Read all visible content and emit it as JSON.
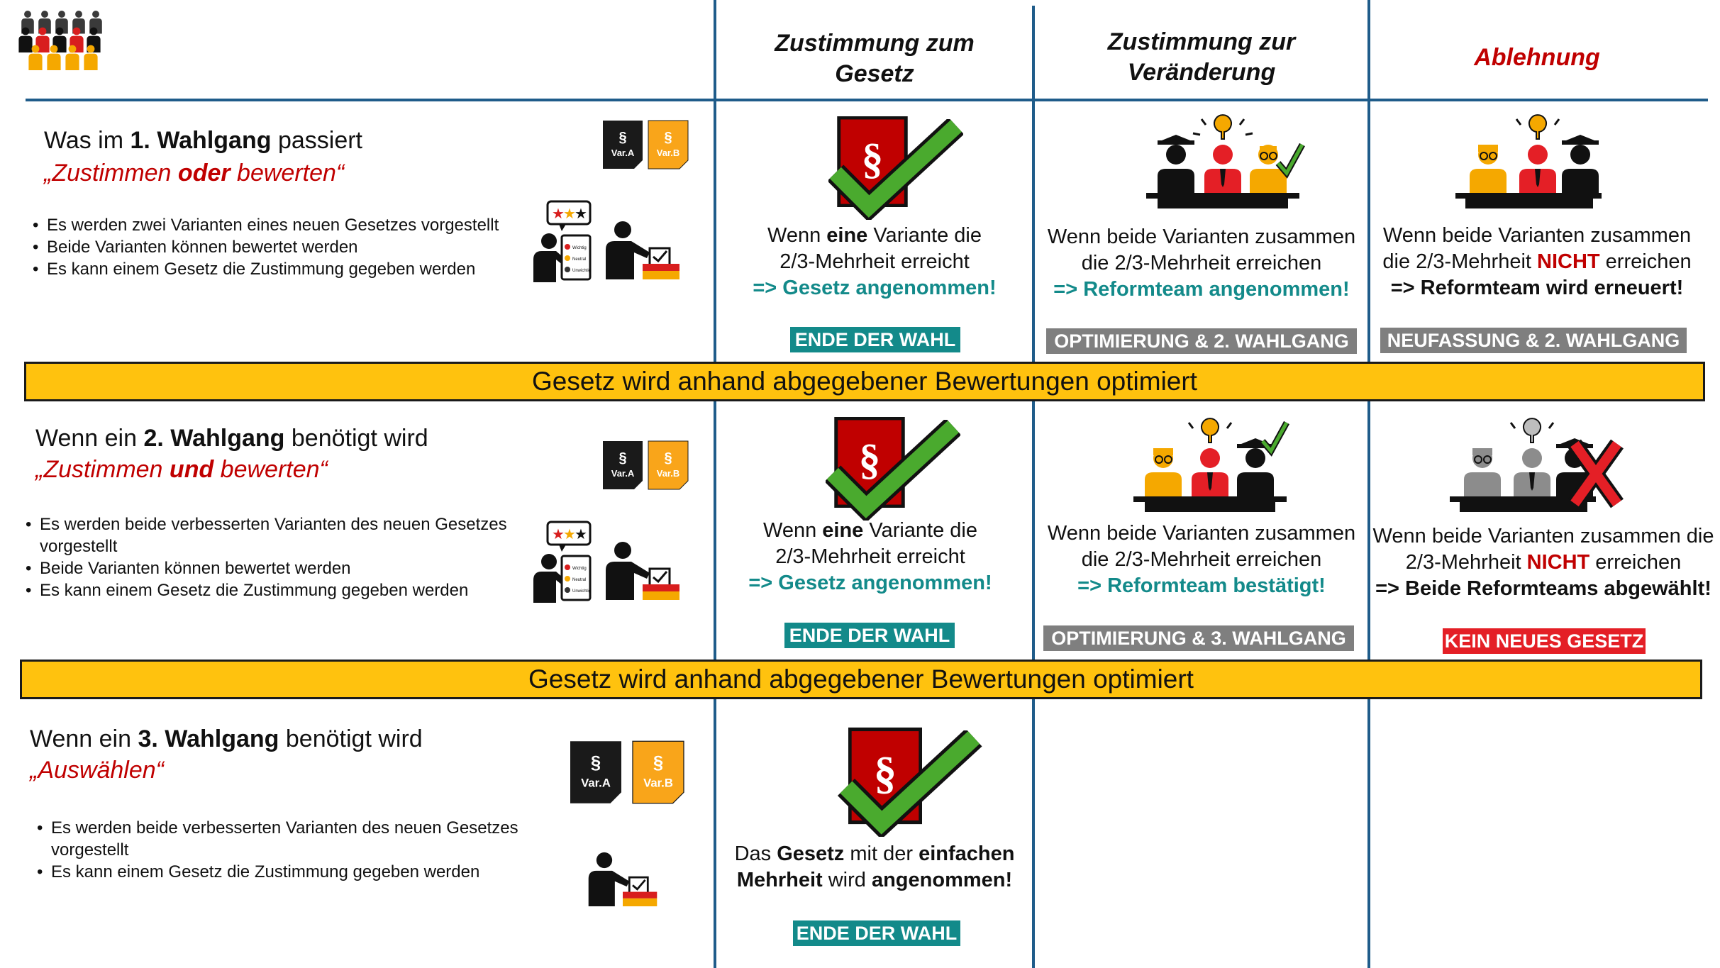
{
  "headers": {
    "col1_line1": "Zustimmung zum",
    "col1_line2": "Gesetz",
    "col2_line1": "Zustimmung zur",
    "col2_line2": "Veränderung",
    "col3": "Ablehnung"
  },
  "colors": {
    "accent_red": "#c00000",
    "teal": "#138a8a",
    "band_yellow": "#ffc20e",
    "grid_blue": "#1f5c8a",
    "badge_grey": "#7f7f7f",
    "badge_red": "#e41f26"
  },
  "icons": {
    "logo": "crowd-icon",
    "law": "paragraph-document-icon",
    "check": "checkmark-icon",
    "cross": "cross-icon",
    "voter": "voter-ballot-icon",
    "rater": "rating-person-icon",
    "panel": "reform-panel-icon"
  },
  "variants": {
    "a": "Var.A",
    "b": "Var.B",
    "symbol": "§"
  },
  "rating_labels": [
    "Wichtig",
    "Neutral",
    "Unwichtig"
  ],
  "bands": {
    "band1": "Gesetz wird anhand abgegebener Bewertungen optimiert",
    "band2": "Gesetz wird anhand abgegebener Bewertungen optimiert"
  },
  "row1": {
    "title_pre": "Was im ",
    "title_bold": "1. Wahlgang",
    "title_post": " passiert",
    "sub_pre": "„Zustimmen ",
    "sub_bold": "oder",
    "sub_post": " bewerten“",
    "bullets": [
      "Es werden zwei Varianten eines neuen Gesetzes vorgestellt",
      "Beide Varianten können bewertet werden",
      "Es kann einem Gesetz die Zustimmung gegeben werden"
    ],
    "c1": {
      "pre": "Wenn ",
      "bold": "eine",
      "post": " Variante die",
      "line2": "2/3-Mehrheit erreicht",
      "result": "=> Gesetz angenommen!",
      "badge": "ENDE DER WAHL"
    },
    "c2": {
      "line1": "Wenn beide Varianten zusammen",
      "line2": "die 2/3-Mehrheit erreichen",
      "result": "=> Reformteam angenommen!",
      "badge": "OPTIMIERUNG & 2. WAHLGANG"
    },
    "c3": {
      "line1": "Wenn beide Varianten zusammen",
      "line2_pre": "die 2/3-Mehrheit ",
      "line2_bold": "NICHT",
      "line2_post": " erreichen",
      "result": "=> Reformteam wird erneuert!",
      "badge": "NEUFASSUNG & 2. WAHLGANG"
    }
  },
  "row2": {
    "title_pre": "Wenn ein ",
    "title_bold": "2. Wahlgang",
    "title_post": " benötigt wird",
    "sub_pre": "„Zustimmen ",
    "sub_bold": "und",
    "sub_post": " bewerten“",
    "bullets": [
      "Es werden beide verbesserten Varianten des neuen Gesetzes vorgestellt",
      "Beide Varianten können bewertet werden",
      "Es kann einem Gesetz die Zustimmung gegeben werden"
    ],
    "c1": {
      "pre": "Wenn ",
      "bold": "eine",
      "post": " Variante die",
      "line2": "2/3-Mehrheit erreicht",
      "result": "=> Gesetz angenommen!",
      "badge": "ENDE DER WAHL"
    },
    "c2": {
      "line1": "Wenn beide Varianten zusammen",
      "line2": "die 2/3-Mehrheit erreichen",
      "result": "=> Reformteam bestätigt!",
      "badge": "OPTIMIERUNG & 3. WAHLGANG"
    },
    "c3": {
      "line1": "Wenn beide Varianten zusammen die",
      "line2_pre": "2/3-Mehrheit ",
      "line2_bold": "NICHT",
      "line2_post": " erreichen",
      "result": "=> Beide Reformteams abgewählt!",
      "badge": "KEIN NEUES GESETZ"
    }
  },
  "row3": {
    "title_pre": "Wenn ein ",
    "title_bold": "3. Wahlgang",
    "title_post": " benötigt wird",
    "sub": "„Auswählen“",
    "bullets": [
      "Es werden beide verbesserten Varianten des neuen Gesetzes vorgestellt",
      "Es kann einem Gesetz die Zustimmung gegeben werden"
    ],
    "c1": {
      "l1_pre": "Das ",
      "l1_bold1": "Gesetz",
      "l1_mid": " mit der ",
      "l1_bold2": "einfachen",
      "l2_bold1": "Mehrheit",
      "l2_mid": " wird ",
      "l2_bold2": "angenommen!",
      "badge": "ENDE DER WAHL"
    }
  }
}
